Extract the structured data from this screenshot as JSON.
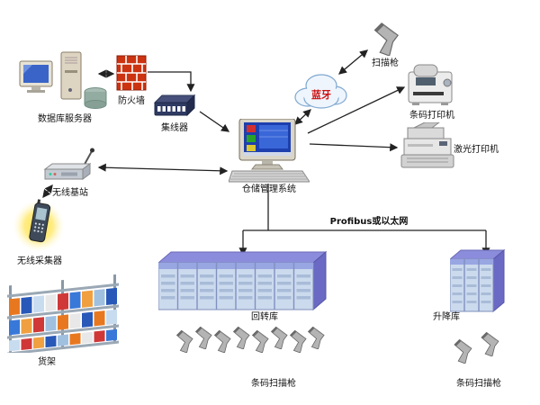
{
  "nodes": {
    "database_server": "数据库服务器",
    "firewall": "防火墙",
    "hub": "集线器",
    "wms": "仓储管理系统",
    "bluetooth": "蓝牙",
    "scan_gun": "扫描枪",
    "barcode_printer": "条码打印机",
    "laser_printer": "激光打印机",
    "wireless_station": "无线基站",
    "wireless_collector": "无线采集器",
    "shelf": "货架",
    "carousel": "回转库",
    "lift": "升降库",
    "barcode_scanners_mid": "条码扫描枪",
    "barcode_scanners_right": "条码扫描枪",
    "bus": "Profibus或以太网"
  },
  "connections": [
    {
      "from": "database_server",
      "to": "firewall",
      "bidirectional": true
    },
    {
      "from": "firewall",
      "to": "hub"
    },
    {
      "from": "hub",
      "to": "wms"
    },
    {
      "from": "wms",
      "to": "bluetooth",
      "bidirectional": true
    },
    {
      "from": "bluetooth",
      "to": "scan_gun",
      "bidirectional": true
    },
    {
      "from": "wms",
      "to": "barcode_printer"
    },
    {
      "from": "wms",
      "to": "laser_printer"
    },
    {
      "from": "wireless_station",
      "to": "wms",
      "bidirectional": true
    },
    {
      "from": "wireless_station",
      "to": "wireless_collector",
      "bidirectional": true
    },
    {
      "from": "wms",
      "to": "carousel",
      "via": "bus"
    },
    {
      "from": "wms",
      "to": "lift",
      "via": "bus"
    }
  ],
  "colors": {
    "firewall_red": "#cc3311",
    "carousel_blue": "#8c8cdc",
    "glow_yellow": "#ffe14d",
    "bluetooth_text": "#cc1111",
    "line": "#222222"
  }
}
